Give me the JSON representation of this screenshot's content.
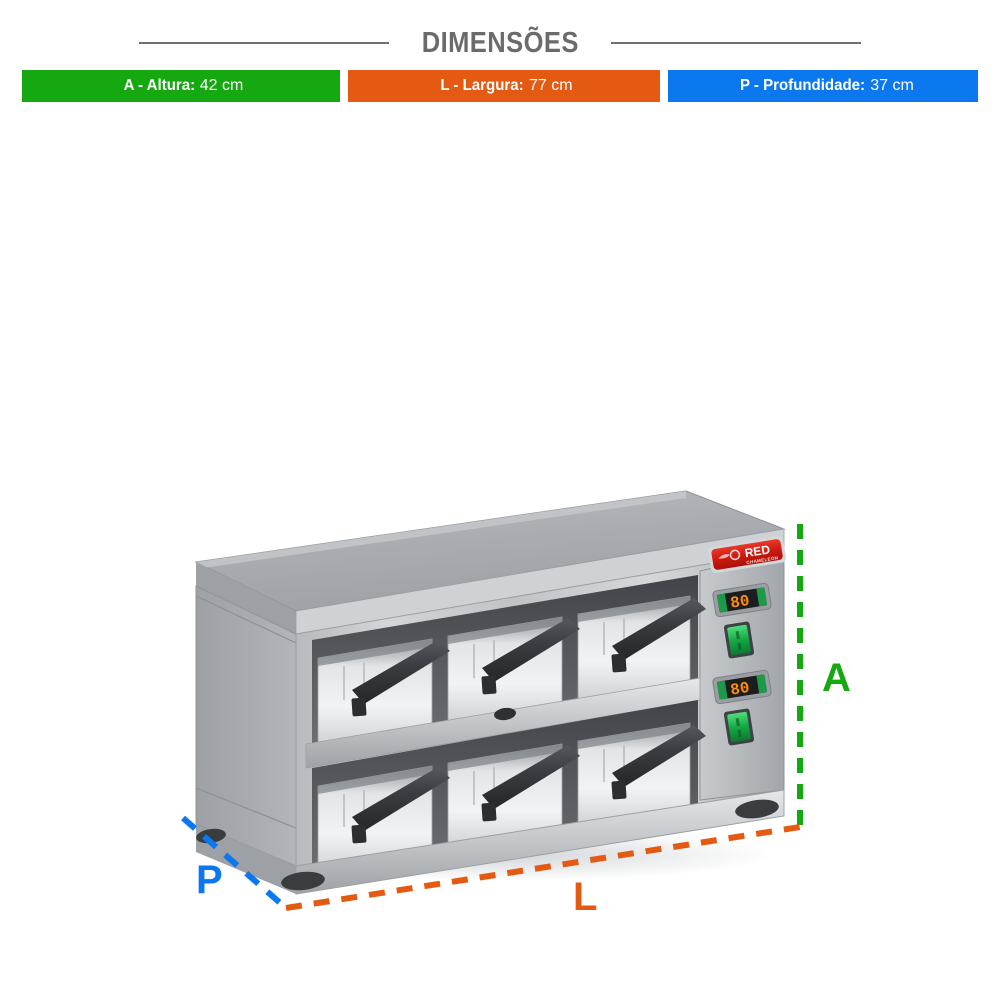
{
  "header": {
    "title": "DIMENSÕES",
    "rule_color": "#6f6f6f",
    "title_color": "#6b6b6b"
  },
  "dimension_bars": [
    {
      "key": "altura",
      "letter": "A",
      "label": "A - Altura:",
      "value": "42 cm",
      "unit": "cm",
      "number": 42,
      "color": "#16a810"
    },
    {
      "key": "largura",
      "letter": "L",
      "label": "L - Largura:",
      "value": "77 cm",
      "unit": "cm",
      "number": 77,
      "color": "#e55a13"
    },
    {
      "key": "profundidade",
      "letter": "P",
      "label": "P - Profundidade:",
      "value": "37 cm",
      "unit": "cm",
      "number": 37,
      "color": "#0b78f0"
    }
  ],
  "annotations": {
    "height_letter": "A",
    "width_letter": "L",
    "depth_letter": "P",
    "height_line_color": "#16a810",
    "width_line_color": "#e55a13",
    "depth_line_color": "#0b78f0"
  },
  "product": {
    "brand_badge": {
      "line1": "RED",
      "line2": "CHAMELEON",
      "badge_color": "#d81f14"
    },
    "displays": [
      {
        "name": "display-top",
        "value": "80"
      },
      {
        "name": "display-bottom",
        "value": "80"
      }
    ],
    "switches": [
      {
        "name": "switch-top",
        "state": "on",
        "color": "#1fbf52"
      },
      {
        "name": "switch-bottom",
        "state": "on",
        "color": "#1fbf52"
      }
    ],
    "shelves": 2,
    "bins_per_shelf": 3,
    "body_color": "#a8acb0",
    "body_highlight": "#d9dcde"
  }
}
